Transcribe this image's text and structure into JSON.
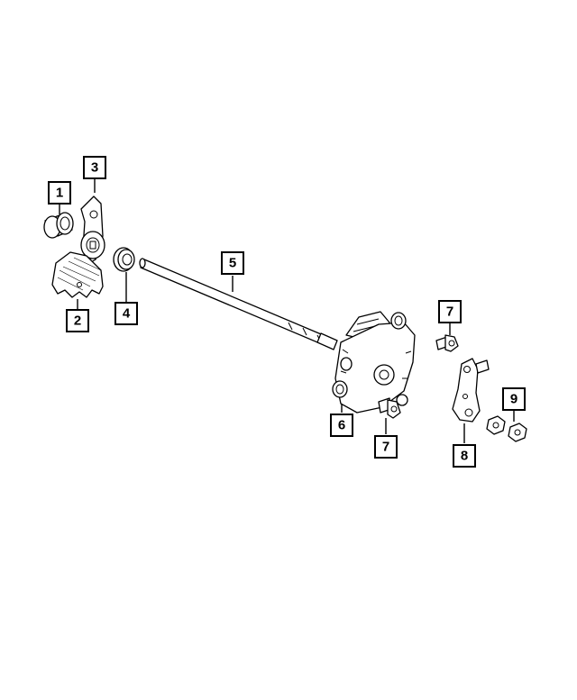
{
  "callouts": [
    {
      "id": "1",
      "label": "1"
    },
    {
      "id": "2",
      "label": "2"
    },
    {
      "id": "3",
      "label": "3"
    },
    {
      "id": "4",
      "label": "4"
    },
    {
      "id": "5",
      "label": "5"
    },
    {
      "id": "6",
      "label": "6"
    },
    {
      "id": "7a",
      "label": "7"
    },
    {
      "id": "7b",
      "label": "7"
    },
    {
      "id": "8",
      "label": "8"
    },
    {
      "id": "9",
      "label": "9"
    }
  ]
}
